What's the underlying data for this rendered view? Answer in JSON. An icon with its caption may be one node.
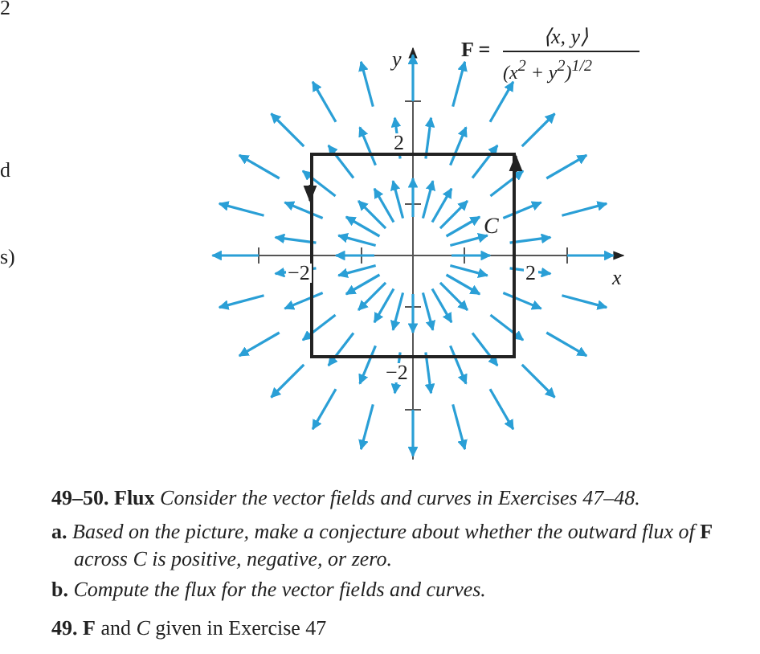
{
  "diagram": {
    "nodes": [
      {
        "text": [
          "C"
        ]
      }
    ],
    "labels": [
      "2",
      "d",
      "s)",
      "y",
      "F =",
      "⟨x, y⟩",
      "(x$^{2}$ + y$^{2}$)$^{1/2}$",
      "2",
      "−2",
      "2",
      "x",
      "−2",
      "**49–50. Flux** *Consider the vector fields and curves in Exercises 47–48.*",
      "**a.** *Based on the picture, make a conjecture about whether the outward flux of* **F** *across C is positive, negative, or zero.*",
      "**b.** *Compute the flux for the vector fields and curves.*",
      "**49.** **F** and *C* given in Exercise 47"
    ]
  }
}
